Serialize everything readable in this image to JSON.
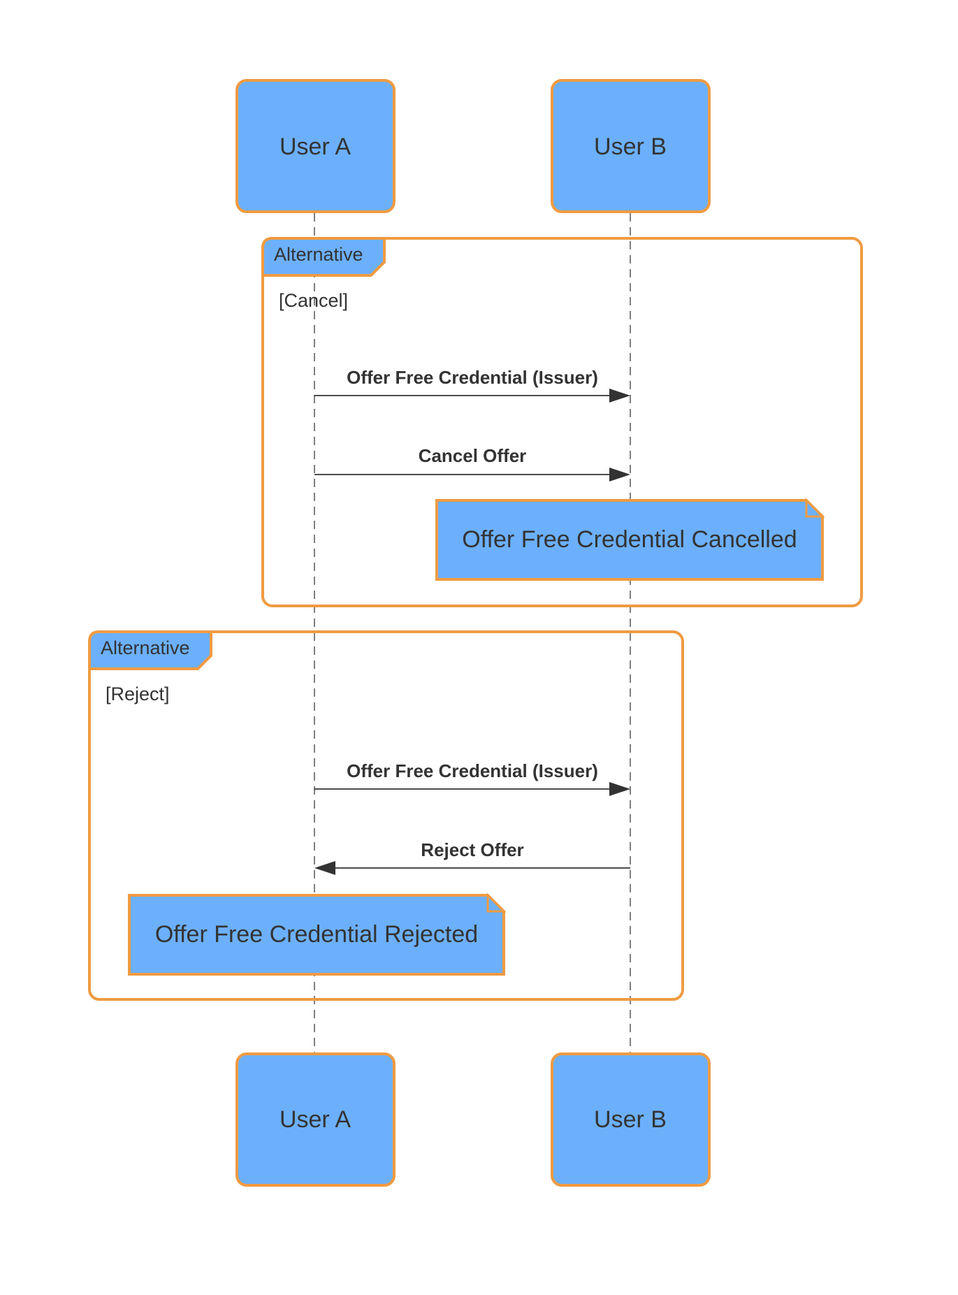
{
  "actors": {
    "a": {
      "label": "User A",
      "color": "#6cb0fc"
    },
    "b": {
      "label": "User B",
      "color": "#6cb0fc"
    }
  },
  "colors": {
    "fill": "#6cb0fc",
    "border": "#ef9b42",
    "text": "#333333"
  },
  "fragments": [
    {
      "type": "Alternative",
      "guard": "[Cancel]",
      "messages": [
        {
          "label": "Offer Free Credential (Issuer)",
          "from": "User A",
          "to": "User B"
        },
        {
          "label": "Cancel Offer",
          "from": "User A",
          "to": "User B"
        }
      ],
      "note": "Offer Free Credential Cancelled"
    },
    {
      "type": "Alternative",
      "guard": "[Reject]",
      "messages": [
        {
          "label": "Offer Free Credential (Issuer)",
          "from": "User A",
          "to": "User B"
        },
        {
          "label": "Reject Offer",
          "from": "User B",
          "to": "User A"
        }
      ],
      "note": "Offer Free Credential Rejected"
    }
  ]
}
